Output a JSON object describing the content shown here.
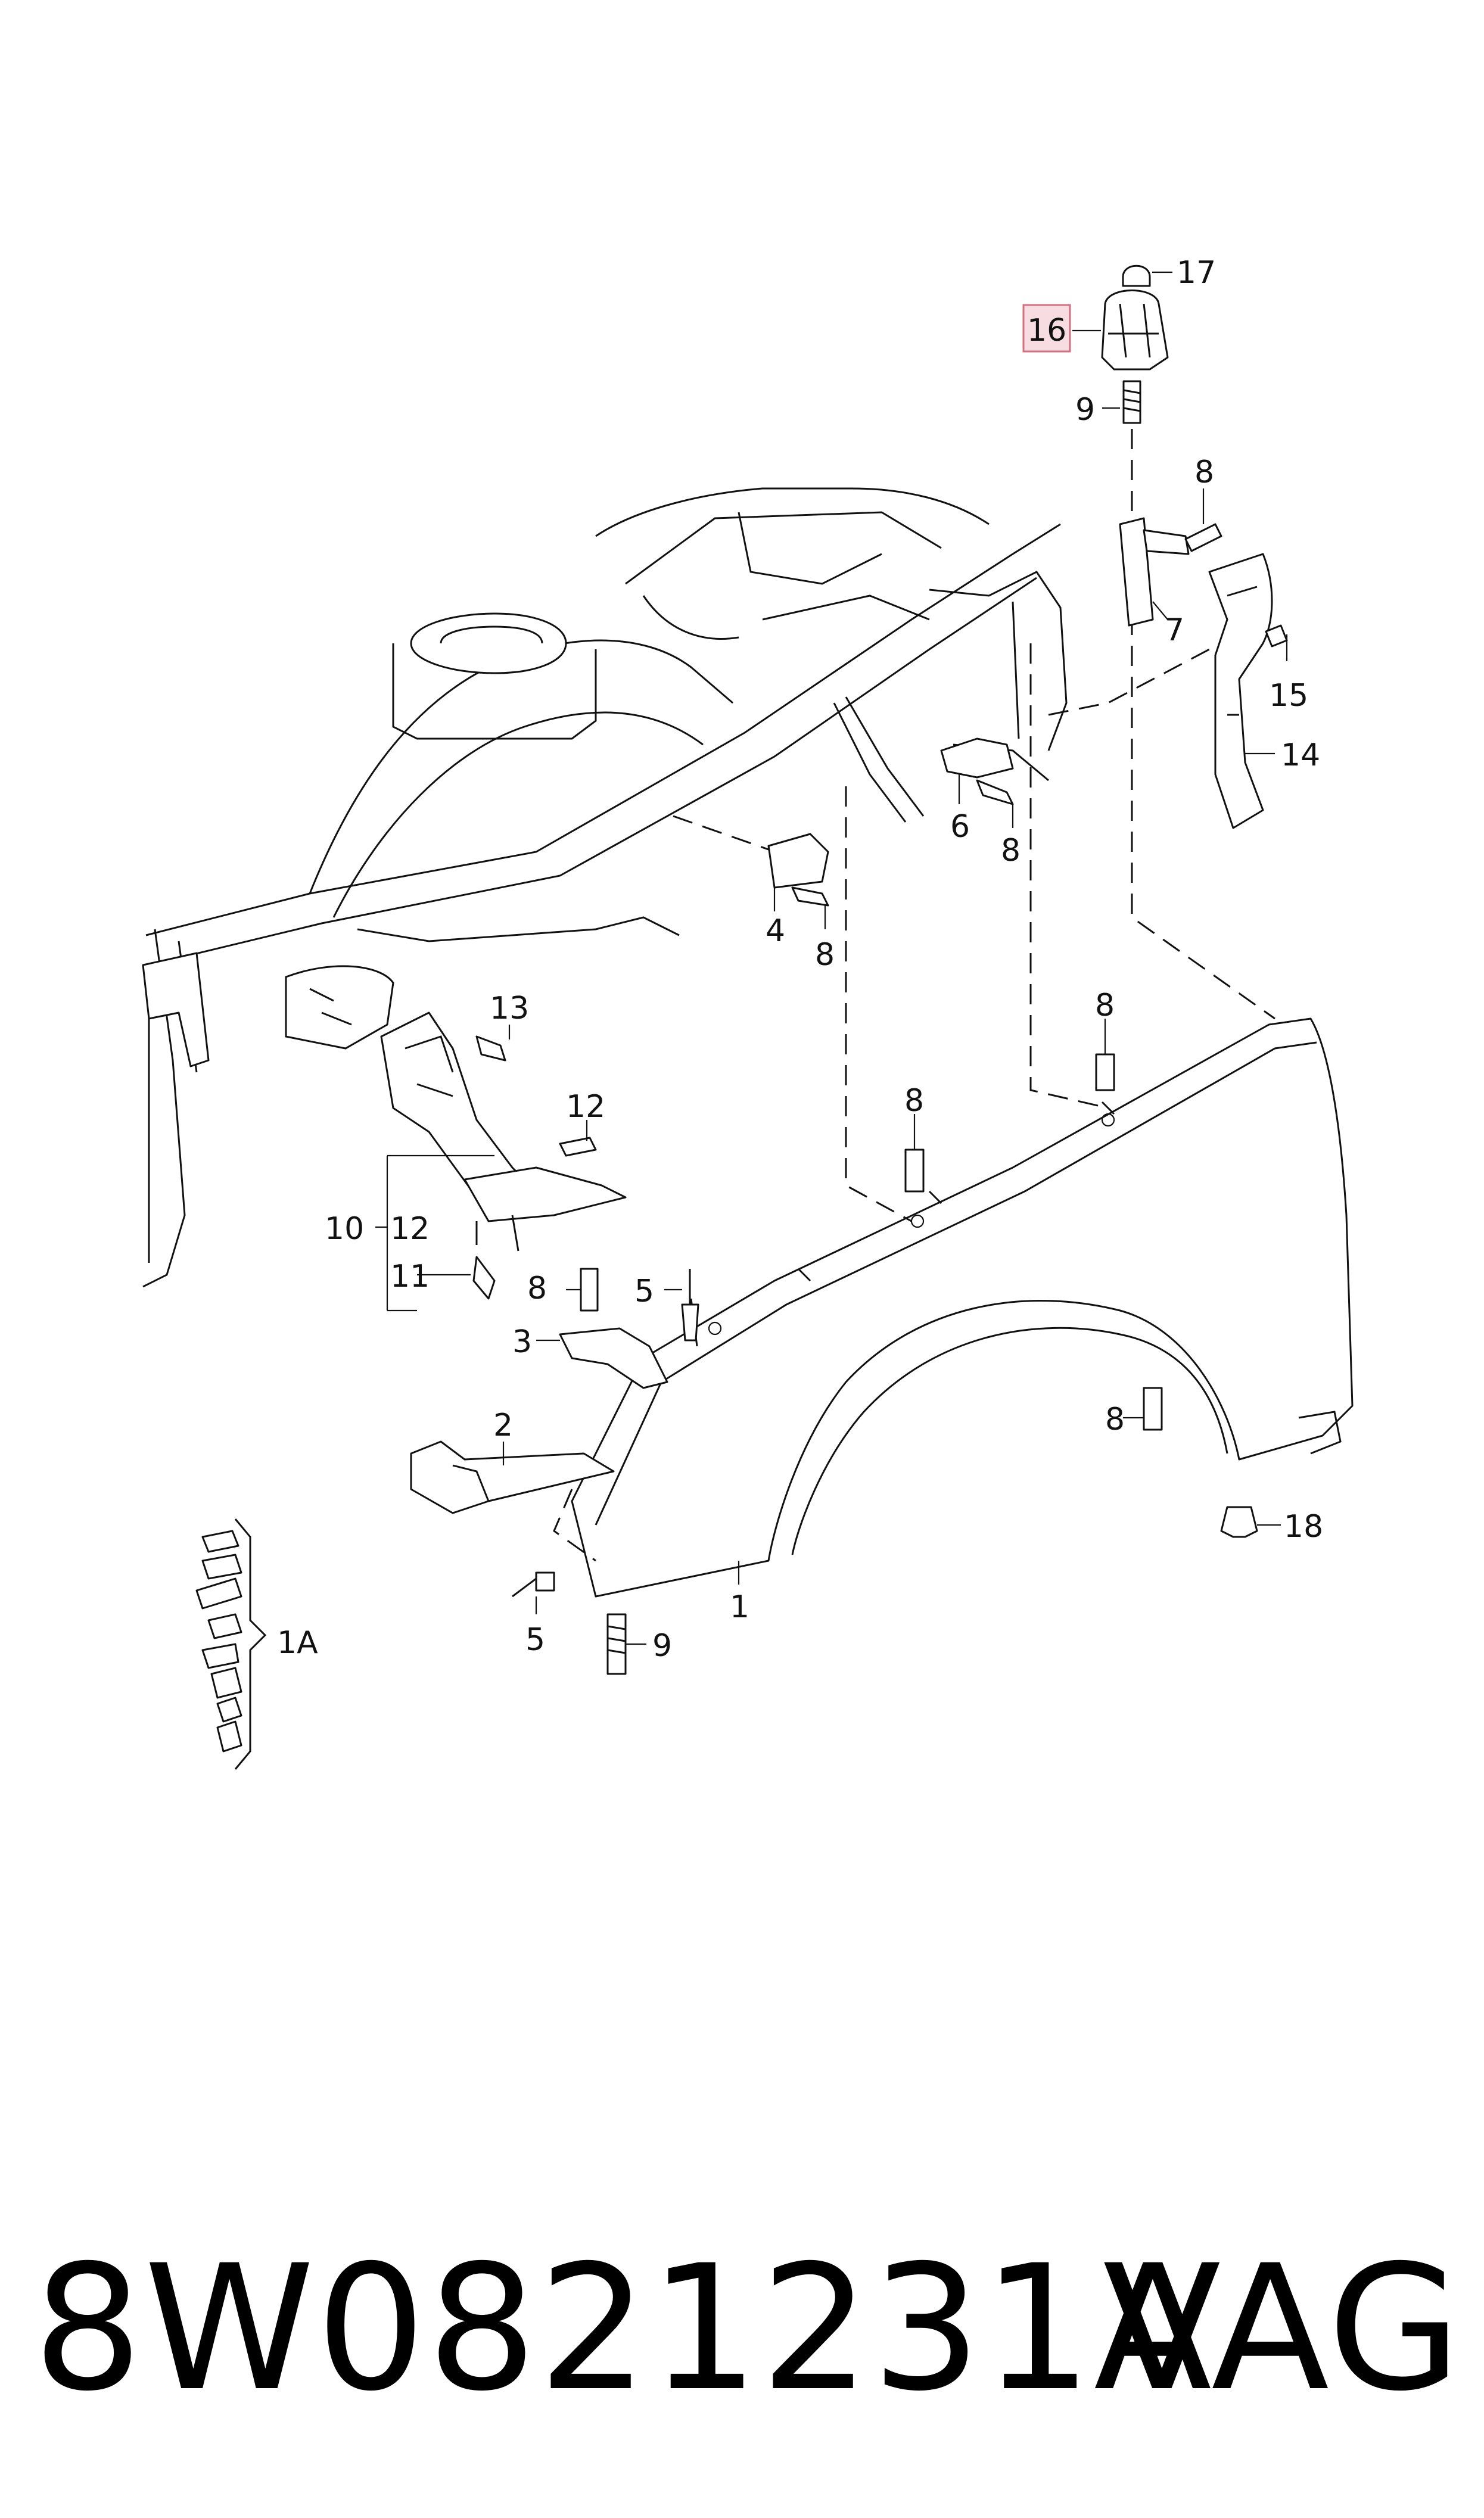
{
  "diagram": {
    "callouts": [
      {
        "id": "c17",
        "label": "17"
      },
      {
        "id": "c16",
        "label": "16",
        "highlighted": true
      },
      {
        "id": "c9a",
        "label": "9"
      },
      {
        "id": "c8a",
        "label": "8"
      },
      {
        "id": "c7",
        "label": "7"
      },
      {
        "id": "c15",
        "label": "15"
      },
      {
        "id": "c14",
        "label": "14"
      },
      {
        "id": "c6",
        "label": "6"
      },
      {
        "id": "c8b",
        "label": "8"
      },
      {
        "id": "c4",
        "label": "4"
      },
      {
        "id": "c8c",
        "label": "8"
      },
      {
        "id": "c13",
        "label": "13"
      },
      {
        "id": "c8d",
        "label": "8"
      },
      {
        "id": "c8e",
        "label": "8"
      },
      {
        "id": "c12a",
        "label": "12"
      },
      {
        "id": "c10",
        "label": "10"
      },
      {
        "id": "c12b",
        "label": "12"
      },
      {
        "id": "c11",
        "label": "11"
      },
      {
        "id": "c8f",
        "label": "8"
      },
      {
        "id": "c5a",
        "label": "5"
      },
      {
        "id": "c3",
        "label": "3"
      },
      {
        "id": "c2",
        "label": "2"
      },
      {
        "id": "c8g",
        "label": "8"
      },
      {
        "id": "c18",
        "label": "18"
      },
      {
        "id": "c1A",
        "label": "1A"
      },
      {
        "id": "c1",
        "label": "1"
      },
      {
        "id": "c5b",
        "label": "5"
      },
      {
        "id": "c9b",
        "label": "9"
      }
    ],
    "highlight_color": "#f7dde1"
  },
  "footer": {
    "part_number": "8W0821231A",
    "brand": "VAG"
  }
}
